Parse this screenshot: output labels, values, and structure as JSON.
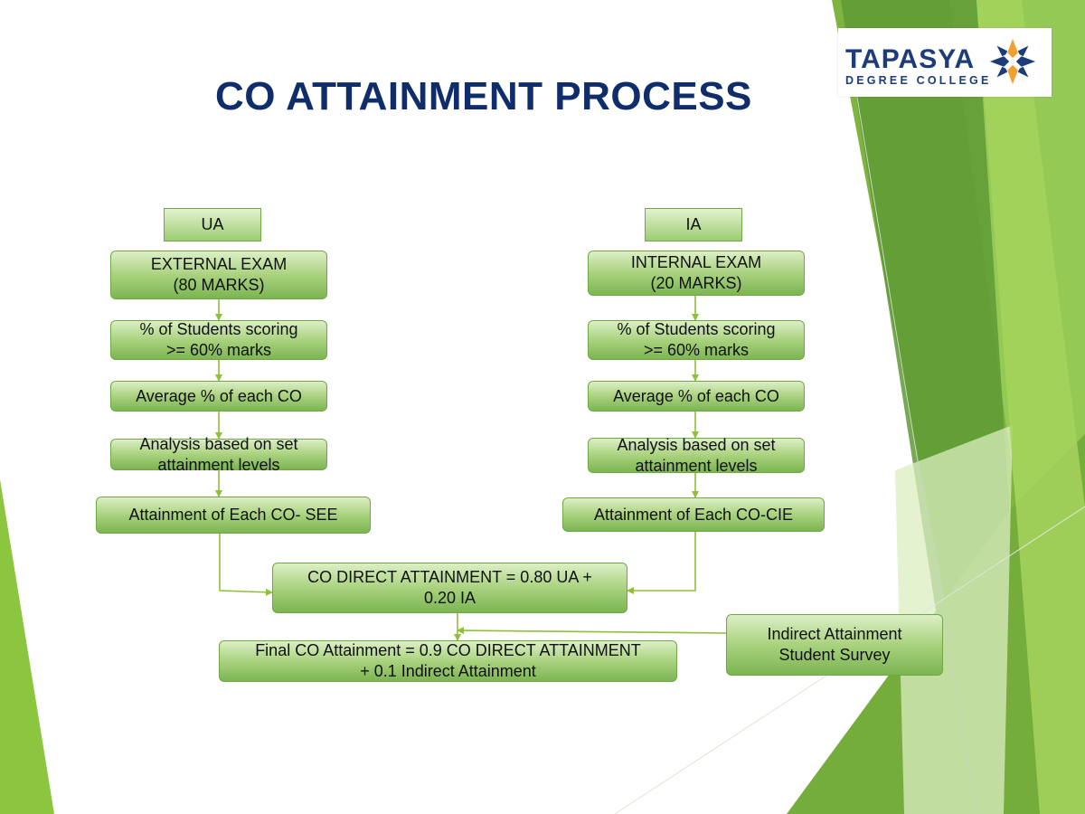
{
  "page": {
    "title": "CO ATTAINMENT PROCESS"
  },
  "logo": {
    "name": "TAPASYA",
    "subtitle": "DEGREE COLLEGE"
  },
  "colors": {
    "title": "#0f2d6b",
    "box_border": "#6fa845",
    "connector": "#8fc03a",
    "logo": "#1c3d7a",
    "logo_accent": "#f0a030"
  },
  "left_branch": {
    "label": "UA",
    "exam": [
      "EXTERNAL EXAM",
      "(80 MARKS)"
    ],
    "percent": [
      "% of Students scoring",
      ">= 60% marks"
    ],
    "average": [
      "Average % of each CO"
    ],
    "analysis": [
      "Analysis based on set",
      "attainment levels"
    ],
    "attainment": [
      "Attainment of Each CO- SEE"
    ]
  },
  "right_branch": {
    "label": "IA",
    "exam": [
      "INTERNAL EXAM",
      "(20 MARKS)"
    ],
    "percent": [
      "% of Students scoring",
      ">= 60% marks"
    ],
    "average": [
      "Average % of each CO"
    ],
    "analysis": [
      "Analysis based on set",
      "attainment levels"
    ],
    "attainment": [
      "Attainment of Each CO-CIE"
    ]
  },
  "direct": [
    "CO DIRECT ATTAINMENT = 0.80 UA +",
    "0.20 IA"
  ],
  "indirect": [
    "Indirect Attainment",
    "Student Survey"
  ],
  "final": [
    "Final CO Attainment = 0.9 CO DIRECT ATTAINMENT",
    "+ 0.1 Indirect Attainment"
  ]
}
